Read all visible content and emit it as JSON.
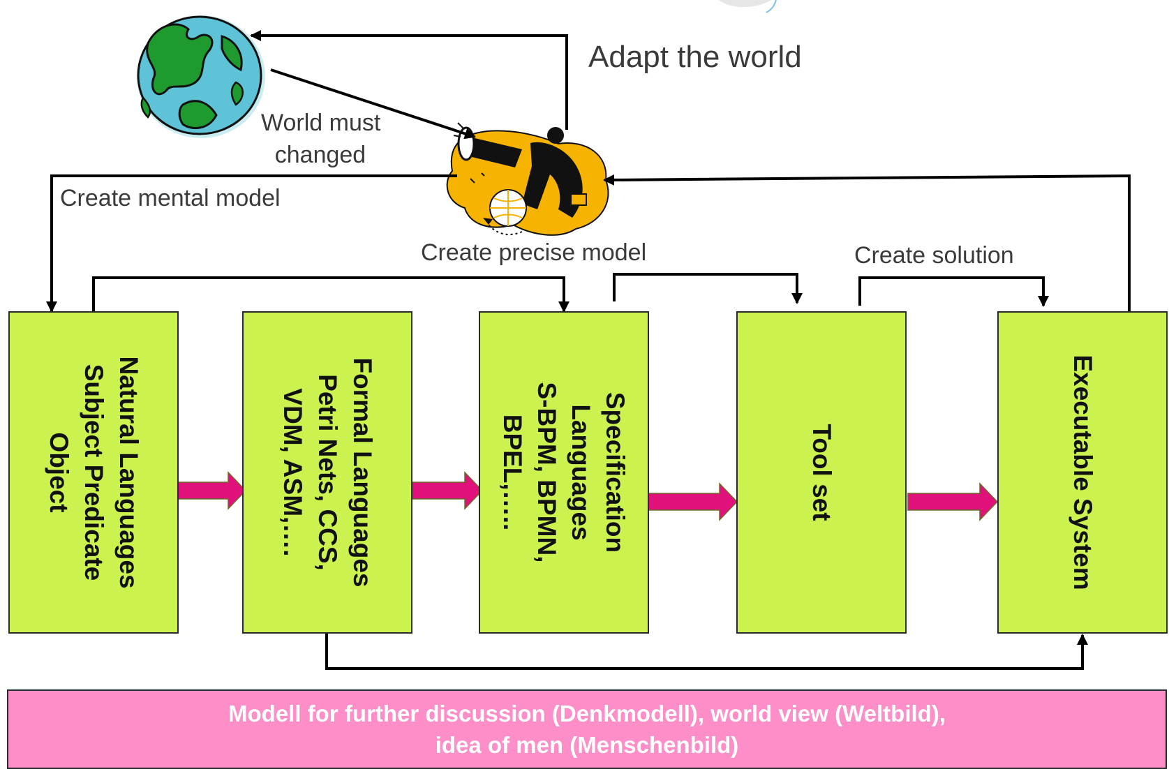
{
  "labels": {
    "adapt_world": "Adapt the world",
    "world_must_line1": "World must",
    "world_must_line2": "changed",
    "create_mental_model": "Create mental model",
    "create_precise_model": "Create precise model",
    "create_solution": "Create solution"
  },
  "boxes": [
    {
      "lines": [
        "Natural Languages",
        "Subject Predicate",
        "Object"
      ]
    },
    {
      "lines": [
        "Formal Languages",
        "Petri Nets, CCS,",
        "VDM, ASM,…."
      ]
    },
    {
      "lines": [
        "Specification",
        "Languages",
        "S-BPM, BPMN,",
        "BPEL,….."
      ]
    },
    {
      "lines": [
        "Tool set"
      ]
    },
    {
      "lines": [
        "Executable System"
      ]
    }
  ],
  "footer": {
    "line1": "Modell for further discussion (Denkmodell), world view (Weltbild),",
    "line2": "idea of men (Menschenbild)"
  },
  "colors": {
    "box_fill": "#ccf24f",
    "flow_arrow": "#e0117a",
    "footer_fill": "#fd8ec8",
    "globe_ocean": "#5ec3d6",
    "globe_land": "#1f9a2e",
    "visionary_background": "#f6b400"
  },
  "icons": {
    "globe": "globe-icon",
    "visionary": "telescope-visionary-icon"
  }
}
